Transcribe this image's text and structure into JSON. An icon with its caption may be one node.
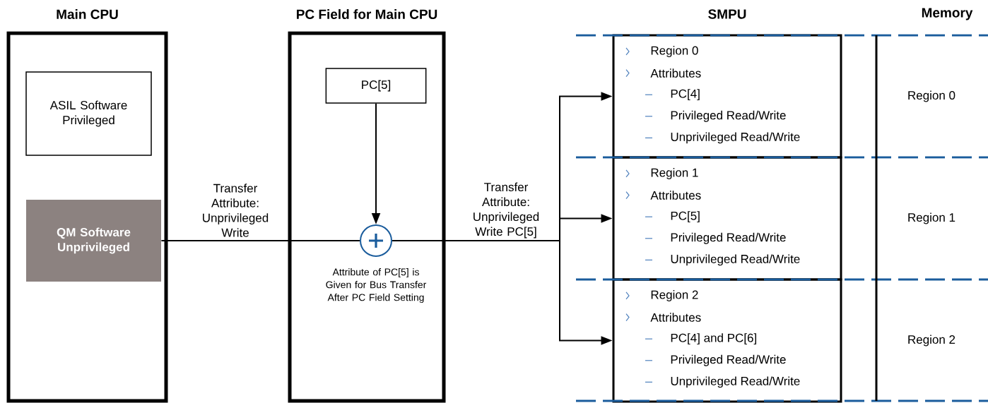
{
  "diagram": {
    "nodes": [
      {
        "text": [
          "Main CPU"
        ]
      },
      {
        "text": [
          "ASIL Software Privileged"
        ],
        "in": 0
      },
      {
        "text": [
          "QM Software Unprivileged"
        ],
        "in": 0
      },
      {
        "text": [
          "PC Field for Main CPU"
        ]
      },
      {
        "text": [
          "PC[5]"
        ],
        "in": 3
      },
      {
        "text": [],
        "shape": "circle",
        "in": 3,
        "beside": [
          "Attribute of PC[5] is Given for Bus Transfer After PC Field Setting"
        ]
      },
      {
        "text": [
          "Region 0",
          "Attributes",
          "PC[4]",
          "Privileged Read/Write",
          "Unprivileged Read/Write"
        ]
      },
      {
        "text": [
          "Region 1",
          "Attributes",
          "PC[5]",
          "Privileged Read/Write",
          "Unprivileged Read/Write"
        ]
      },
      {
        "text": [
          "Region 2",
          "Attributes",
          "PC[4] and PC[6]",
          "Privileged Read/Write",
          "Unprivileged Read/Write"
        ]
      },
      {
        "text": [
          "Region 0"
        ]
      },
      {
        "text": [
          "Region 1"
        ]
      },
      {
        "text": [
          "Region 2"
        ]
      }
    ],
    "edges": [
      {
        "from": 2,
        "to": 5,
        "arrow": "none",
        "label": "Transfer Attribute: Unprivileged Write"
      },
      {
        "from": 4,
        "to": 5,
        "arrow": "to"
      },
      {
        "from": 5,
        "to": 6,
        "arrow": "to"
      },
      {
        "from": 5,
        "to": 7,
        "arrow": "to",
        "label": "Transfer Attribute: Unprivileged Write PC[5]"
      },
      {
        "from": 5,
        "to": 8,
        "arrow": "to"
      }
    ],
    "labels": [
      "SMPU",
      "Memory"
    ]
  }
}
